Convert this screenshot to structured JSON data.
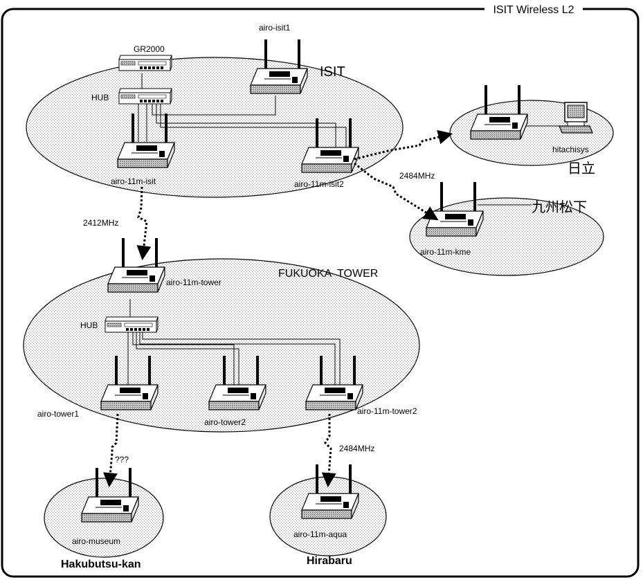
{
  "title": "ISIT Wireless L2",
  "areas": {
    "isit": "ISIT",
    "fukuoka_tower": "FUKUOKA  TOWER",
    "hitachi": "日立",
    "kyushu_matsushita": "九州松下",
    "hakubutsu": "Hakubutsu-kan",
    "hirabaru": "Hirabaru"
  },
  "devices": {
    "gr2000": "GR2000",
    "hub_isit": "HUB",
    "hub_tower": "HUB",
    "airo_isit1": "airo-isit1",
    "airo_11m_isit": "airo-11m-isit",
    "airo_11m_isit2": "airo-11m-isit2",
    "hitachisys": "hitachisys",
    "airo_11m_kme": "airo-11m-kme",
    "airo_11m_tower": "airo-11m-tower",
    "airo_tower1": "airo-tower1",
    "airo_tower2": "airo-tower2",
    "airo_11m_tower2": "airo-11m-tower2",
    "airo_museum": "airo-museum",
    "airo_11m_aqua": "airo-11m-aqua"
  },
  "links": {
    "isit_to_tower": "2412MHz",
    "isit2_to_kme": "2484MHz",
    "tower2_to_aqua": "2484MHz",
    "tower1_to_museum": "???"
  }
}
